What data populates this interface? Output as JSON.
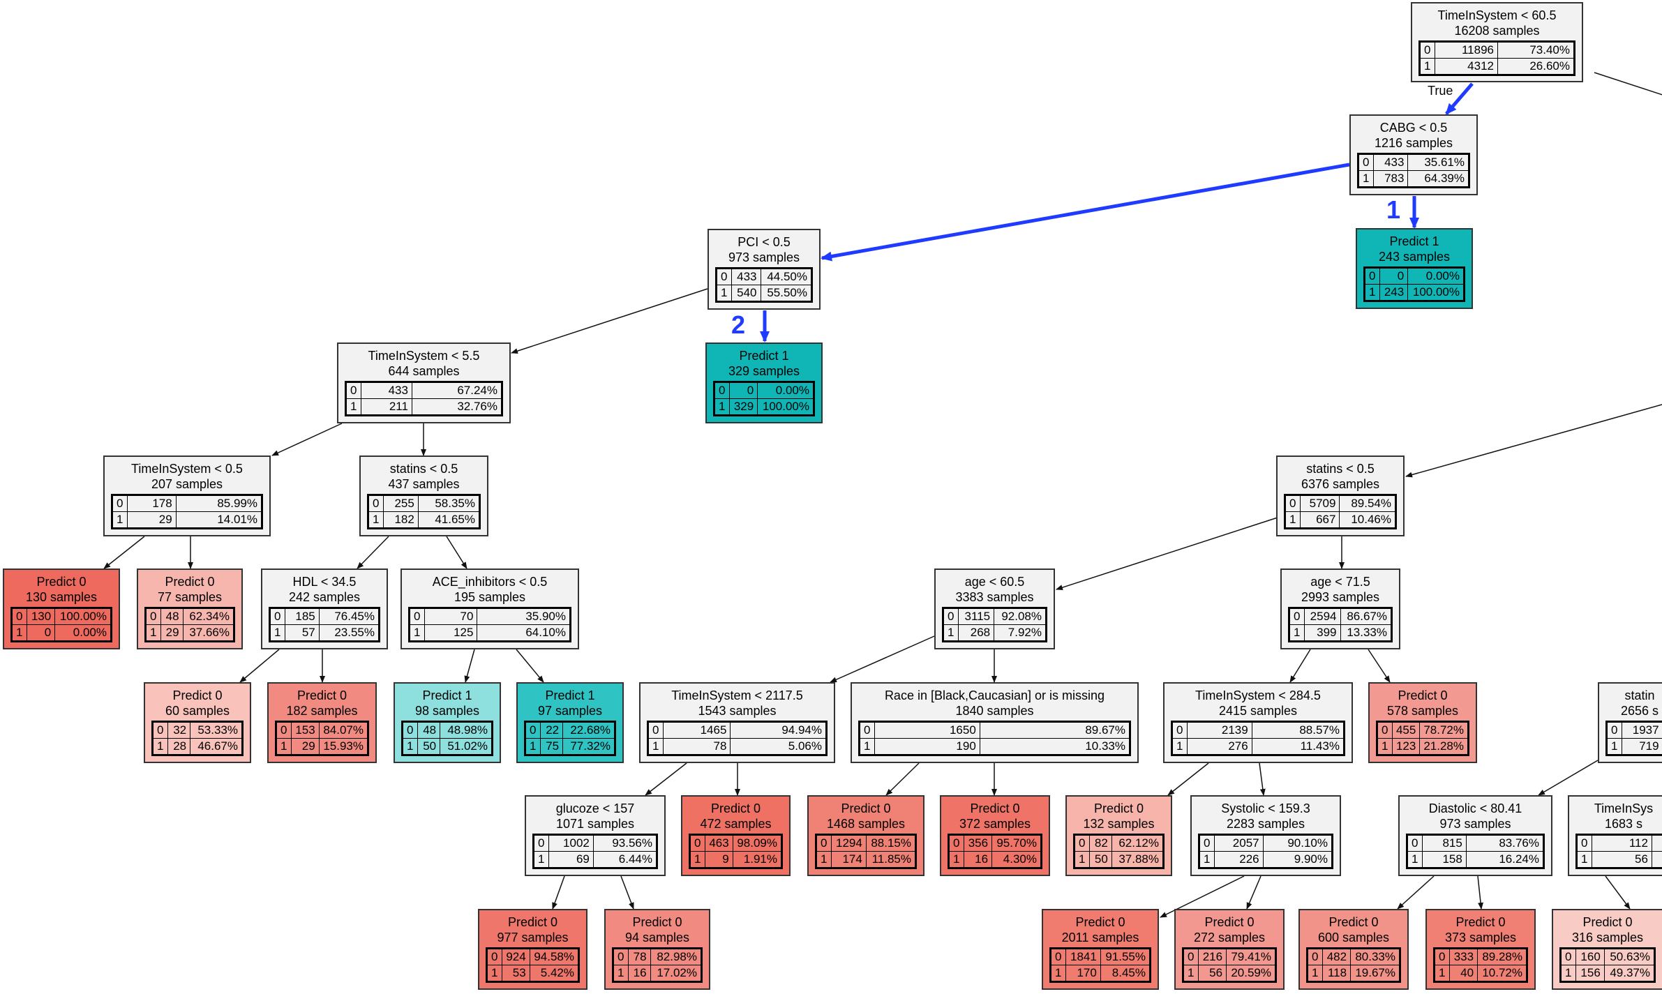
{
  "colors": {
    "split": "#f2f2f2",
    "path": "#1f3bff",
    "edge": "#111111"
  },
  "labels": {
    "true": "True",
    "path_1": "1",
    "path_2": "2"
  },
  "nodes": [
    {
      "id": "n0",
      "title": "TimeInSystem < 60.5",
      "samples": "16208 samples",
      "rows": [
        [
          "0",
          "11896",
          "73.40%"
        ],
        [
          "1",
          "4312",
          "26.60%"
        ]
      ],
      "fill": "#f2f2f2"
    },
    {
      "id": "n1",
      "title": "CABG < 0.5",
      "samples": "1216 samples",
      "rows": [
        [
          "0",
          "433",
          "35.61%"
        ],
        [
          "1",
          "783",
          "64.39%"
        ]
      ],
      "fill": "#f2f2f2"
    },
    {
      "id": "n2",
      "title": "Predict 1",
      "samples": "243 samples",
      "rows": [
        [
          "0",
          "0",
          "0.00%"
        ],
        [
          "1",
          "243",
          "100.00%"
        ]
      ],
      "fill": "#10b6b6"
    },
    {
      "id": "n3",
      "title": "PCI < 0.5",
      "samples": "973 samples",
      "rows": [
        [
          "0",
          "433",
          "44.50%"
        ],
        [
          "1",
          "540",
          "55.50%"
        ]
      ],
      "fill": "#f2f2f2"
    },
    {
      "id": "n4",
      "title": "Predict 1",
      "samples": "329 samples",
      "rows": [
        [
          "0",
          "0",
          "0.00%"
        ],
        [
          "1",
          "329",
          "100.00%"
        ]
      ],
      "fill": "#10b6b6"
    },
    {
      "id": "n5",
      "title": "TimeInSystem < 5.5",
      "samples": "644 samples",
      "rows": [
        [
          "0",
          "433",
          "67.24%"
        ],
        [
          "1",
          "211",
          "32.76%"
        ]
      ],
      "fill": "#f2f2f2"
    },
    {
      "id": "n6",
      "title": "TimeInSystem < 0.5",
      "samples": "207 samples",
      "rows": [
        [
          "0",
          "178",
          "85.99%"
        ],
        [
          "1",
          "29",
          "14.01%"
        ]
      ],
      "fill": "#f2f2f2"
    },
    {
      "id": "n7",
      "title": "statins < 0.5",
      "samples": "437 samples",
      "rows": [
        [
          "0",
          "255",
          "58.35%"
        ],
        [
          "1",
          "182",
          "41.65%"
        ]
      ],
      "fill": "#f2f2f2"
    },
    {
      "id": "n8",
      "title": "Predict 0",
      "samples": "130 samples",
      "rows": [
        [
          "0",
          "130",
          "100.00%"
        ],
        [
          "1",
          "0",
          "0.00%"
        ]
      ],
      "fill": "#ee6a5e"
    },
    {
      "id": "n9",
      "title": "Predict 0",
      "samples": "77 samples",
      "rows": [
        [
          "0",
          "48",
          "62.34%"
        ],
        [
          "1",
          "29",
          "37.66%"
        ]
      ],
      "fill": "#f7b6ad"
    },
    {
      "id": "n10",
      "title": "HDL < 34.5",
      "samples": "242 samples",
      "rows": [
        [
          "0",
          "185",
          "76.45%"
        ],
        [
          "1",
          "57",
          "23.55%"
        ]
      ],
      "fill": "#f2f2f2"
    },
    {
      "id": "n11",
      "title": "ACE_inhibitors < 0.5",
      "samples": "195 samples",
      "rows": [
        [
          "0",
          "70",
          "35.90%"
        ],
        [
          "1",
          "125",
          "64.10%"
        ]
      ],
      "fill": "#f2f2f2"
    },
    {
      "id": "n12",
      "title": "Predict 0",
      "samples": "60 samples",
      "rows": [
        [
          "0",
          "32",
          "53.33%"
        ],
        [
          "1",
          "28",
          "46.67%"
        ]
      ],
      "fill": "#f9c3bb"
    },
    {
      "id": "n13",
      "title": "Predict 0",
      "samples": "182 samples",
      "rows": [
        [
          "0",
          "153",
          "84.07%"
        ],
        [
          "1",
          "29",
          "15.93%"
        ]
      ],
      "fill": "#f18a80"
    },
    {
      "id": "n14",
      "title": "Predict 1",
      "samples": "98 samples",
      "rows": [
        [
          "0",
          "48",
          "48.98%"
        ],
        [
          "1",
          "50",
          "51.02%"
        ]
      ],
      "fill": "#8ee0df"
    },
    {
      "id": "n15",
      "title": "Predict 1",
      "samples": "97 samples",
      "rows": [
        [
          "0",
          "22",
          "22.68%"
        ],
        [
          "1",
          "75",
          "77.32%"
        ]
      ],
      "fill": "#2fc4c3"
    },
    {
      "id": "n16",
      "title": "statins < 0.5",
      "samples": "6376 samples",
      "rows": [
        [
          "0",
          "5709",
          "89.54%"
        ],
        [
          "1",
          "667",
          "10.46%"
        ]
      ],
      "fill": "#f2f2f2"
    },
    {
      "id": "n17",
      "title": "age < 60.5",
      "samples": "3383 samples",
      "rows": [
        [
          "0",
          "3115",
          "92.08%"
        ],
        [
          "1",
          "268",
          "7.92%"
        ]
      ],
      "fill": "#f2f2f2"
    },
    {
      "id": "n18",
      "title": "age < 71.5",
      "samples": "2993 samples",
      "rows": [
        [
          "0",
          "2594",
          "86.67%"
        ],
        [
          "1",
          "399",
          "13.33%"
        ]
      ],
      "fill": "#f2f2f2"
    },
    {
      "id": "n19",
      "title": "TimeInSystem < 2117.5",
      "samples": "1543 samples",
      "rows": [
        [
          "0",
          "1465",
          "94.94%"
        ],
        [
          "1",
          "78",
          "5.06%"
        ]
      ],
      "fill": "#f2f2f2"
    },
    {
      "id": "n20",
      "title": "Race in [Black,Caucasian] or is missing",
      "samples": "1840 samples",
      "rows": [
        [
          "0",
          "1650",
          "89.67%"
        ],
        [
          "1",
          "190",
          "10.33%"
        ]
      ],
      "fill": "#f2f2f2"
    },
    {
      "id": "n21",
      "title": "TimeInSystem < 284.5",
      "samples": "2415 samples",
      "rows": [
        [
          "0",
          "2139",
          "88.57%"
        ],
        [
          "1",
          "276",
          "11.43%"
        ]
      ],
      "fill": "#f2f2f2"
    },
    {
      "id": "n22",
      "title": "Predict 0",
      "samples": "578 samples",
      "rows": [
        [
          "0",
          "455",
          "78.72%"
        ],
        [
          "1",
          "123",
          "21.28%"
        ]
      ],
      "fill": "#f29a91"
    },
    {
      "id": "n23",
      "title": "statin",
      "samples": "2656 s",
      "rows": [
        [
          "0",
          "1937",
          ""
        ],
        [
          "1",
          "719",
          ""
        ]
      ],
      "fill": "#f2f2f2"
    },
    {
      "id": "n24",
      "title": "glucoze < 157",
      "samples": "1071 samples",
      "rows": [
        [
          "0",
          "1002",
          "93.56%"
        ],
        [
          "1",
          "69",
          "6.44%"
        ]
      ],
      "fill": "#f2f2f2"
    },
    {
      "id": "n25",
      "title": "Predict 0",
      "samples": "472 samples",
      "rows": [
        [
          "0",
          "463",
          "98.09%"
        ],
        [
          "1",
          "9",
          "1.91%"
        ]
      ],
      "fill": "#ef7164"
    },
    {
      "id": "n26",
      "title": "Predict 0",
      "samples": "1468 samples",
      "rows": [
        [
          "0",
          "1294",
          "88.15%"
        ],
        [
          "1",
          "174",
          "11.85%"
        ]
      ],
      "fill": "#f08175"
    },
    {
      "id": "n27",
      "title": "Predict 0",
      "samples": "372 samples",
      "rows": [
        [
          "0",
          "356",
          "95.70%"
        ],
        [
          "1",
          "16",
          "4.30%"
        ]
      ],
      "fill": "#ef7367"
    },
    {
      "id": "n28",
      "title": "Predict 0",
      "samples": "132 samples",
      "rows": [
        [
          "0",
          "82",
          "62.12%"
        ],
        [
          "1",
          "50",
          "37.88%"
        ]
      ],
      "fill": "#f7b4ab"
    },
    {
      "id": "n29",
      "title": "Systolic < 159.3",
      "samples": "2283 samples",
      "rows": [
        [
          "0",
          "2057",
          "90.10%"
        ],
        [
          "1",
          "226",
          "9.90%"
        ]
      ],
      "fill": "#f2f2f2"
    },
    {
      "id": "n30",
      "title": "Diastolic < 80.41",
      "samples": "973 samples",
      "rows": [
        [
          "0",
          "815",
          "83.76%"
        ],
        [
          "1",
          "158",
          "16.24%"
        ]
      ],
      "fill": "#f2f2f2"
    },
    {
      "id": "n31",
      "title": "TimeInSys",
      "samples": "1683 s",
      "rows": [
        [
          "0",
          "112",
          ""
        ],
        [
          "1",
          "56",
          ""
        ]
      ],
      "fill": "#f2f2f2"
    },
    {
      "id": "n32",
      "title": "Predict 0",
      "samples": "977 samples",
      "rows": [
        [
          "0",
          "924",
          "94.58%"
        ],
        [
          "1",
          "53",
          "5.42%"
        ]
      ],
      "fill": "#ef766a"
    },
    {
      "id": "n33",
      "title": "Predict 0",
      "samples": "94 samples",
      "rows": [
        [
          "0",
          "78",
          "82.98%"
        ],
        [
          "1",
          "16",
          "17.02%"
        ]
      ],
      "fill": "#f18b81"
    },
    {
      "id": "n34",
      "title": "Predict 0",
      "samples": "2011 samples",
      "rows": [
        [
          "0",
          "1841",
          "91.55%"
        ],
        [
          "1",
          "170",
          "8.45%"
        ]
      ],
      "fill": "#f07c70"
    },
    {
      "id": "n35",
      "title": "Predict 0",
      "samples": "272 samples",
      "rows": [
        [
          "0",
          "216",
          "79.41%"
        ],
        [
          "1",
          "56",
          "20.59%"
        ]
      ],
      "fill": "#f29890"
    },
    {
      "id": "n36",
      "title": "Predict 0",
      "samples": "600 samples",
      "rows": [
        [
          "0",
          "482",
          "80.33%"
        ],
        [
          "1",
          "118",
          "19.67%"
        ]
      ],
      "fill": "#f29389"
    },
    {
      "id": "n37",
      "title": "Predict 0",
      "samples": "373 samples",
      "rows": [
        [
          "0",
          "333",
          "89.28%"
        ],
        [
          "1",
          "40",
          "10.72%"
        ]
      ],
      "fill": "#f08074"
    },
    {
      "id": "n38",
      "title": "Predict 0",
      "samples": "316 samples",
      "rows": [
        [
          "0",
          "160",
          "50.63%"
        ],
        [
          "1",
          "156",
          "49.37%"
        ]
      ],
      "fill": "#f9cbc5"
    }
  ]
}
